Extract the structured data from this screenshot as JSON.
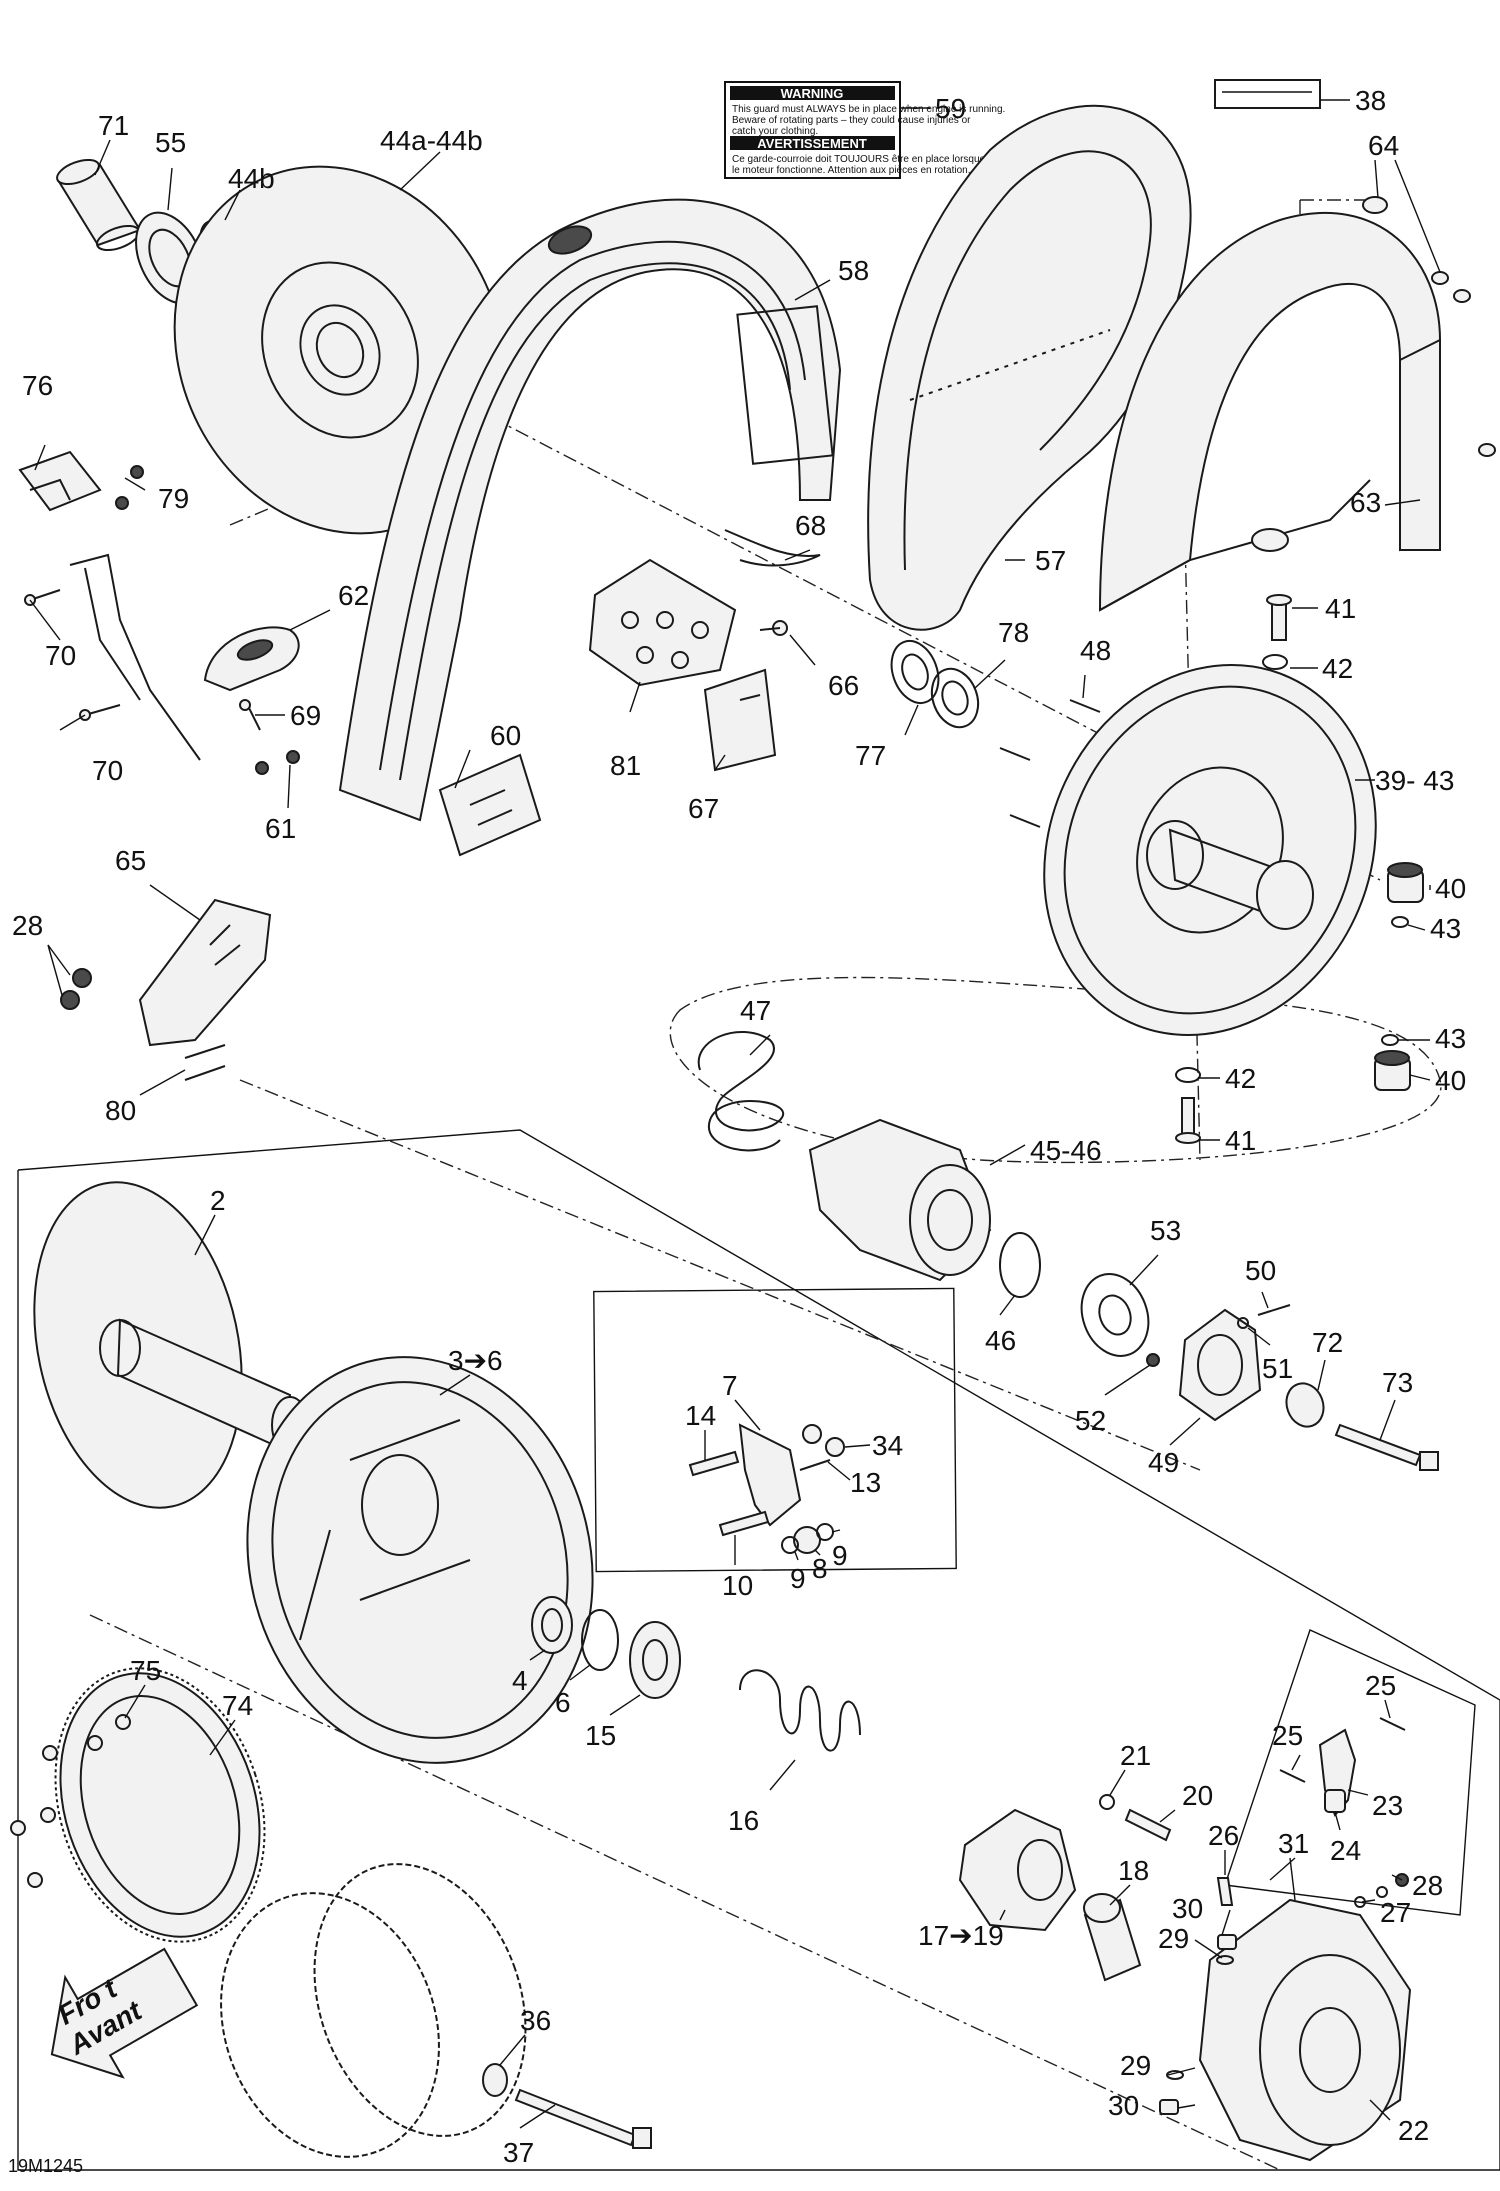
{
  "drawing_id": "19M1245",
  "front_arrow": {
    "line1": "Fro t",
    "line2": "Avant"
  },
  "warning_label": {
    "heading1": "WARNING",
    "text1": "This guard must ALWAYS be in place when engine is running. Beware of rotating parts – they could cause injuries or catch your clothing.",
    "heading2": "AVERTISSEMENT",
    "text2": "Ce garde-courroie doit TOUJOURS être en place lorsque le moteur fonctionne. Attention aux pièces en rotation – elles peuvent vous blesser ou capter vos vêtements."
  },
  "callouts": [
    {
      "id": "c71",
      "text": "71"
    },
    {
      "id": "c55",
      "text": "55"
    },
    {
      "id": "c44ab",
      "text": "44a-44b"
    },
    {
      "id": "c44b",
      "text": "44b"
    },
    {
      "id": "c59",
      "text": "59"
    },
    {
      "id": "c38",
      "text": "38"
    },
    {
      "id": "c64",
      "text": "64"
    },
    {
      "id": "c58",
      "text": "58"
    },
    {
      "id": "c76",
      "text": "76"
    },
    {
      "id": "c79",
      "text": "79"
    },
    {
      "id": "c63",
      "text": "63"
    },
    {
      "id": "c68",
      "text": "68"
    },
    {
      "id": "c57",
      "text": "57"
    },
    {
      "id": "c62",
      "text": "62"
    },
    {
      "id": "c70a",
      "text": "70"
    },
    {
      "id": "c41a",
      "text": "41"
    },
    {
      "id": "c78",
      "text": "78"
    },
    {
      "id": "c48",
      "text": "48"
    },
    {
      "id": "c42a",
      "text": "42"
    },
    {
      "id": "c66",
      "text": "66"
    },
    {
      "id": "c69",
      "text": "69"
    },
    {
      "id": "c60",
      "text": "60"
    },
    {
      "id": "c70b",
      "text": "70"
    },
    {
      "id": "c77",
      "text": "77"
    },
    {
      "id": "c81",
      "text": "81"
    },
    {
      "id": "c3943",
      "text": "39- 43"
    },
    {
      "id": "c61",
      "text": "61"
    },
    {
      "id": "c67",
      "text": "67"
    },
    {
      "id": "c65",
      "text": "65"
    },
    {
      "id": "c40a",
      "text": "40"
    },
    {
      "id": "c28a",
      "text": "28"
    },
    {
      "id": "c43a",
      "text": "43"
    },
    {
      "id": "c47",
      "text": "47"
    },
    {
      "id": "c43b",
      "text": "43"
    },
    {
      "id": "c42b",
      "text": "42"
    },
    {
      "id": "c40b",
      "text": "40"
    },
    {
      "id": "c80",
      "text": "80"
    },
    {
      "id": "c41b",
      "text": "41"
    },
    {
      "id": "c4546",
      "text": "45-46"
    },
    {
      "id": "c2",
      "text": "2"
    },
    {
      "id": "c53",
      "text": "53"
    },
    {
      "id": "c50",
      "text": "50"
    },
    {
      "id": "c46",
      "text": "46"
    },
    {
      "id": "c36r",
      "text": "3➔6"
    },
    {
      "id": "c7",
      "text": "7"
    },
    {
      "id": "c72",
      "text": "72"
    },
    {
      "id": "c51",
      "text": "51"
    },
    {
      "id": "c73",
      "text": "73"
    },
    {
      "id": "c14",
      "text": "14"
    },
    {
      "id": "c34",
      "text": "34"
    },
    {
      "id": "c52",
      "text": "52"
    },
    {
      "id": "c13",
      "text": "13"
    },
    {
      "id": "c49",
      "text": "49"
    },
    {
      "id": "c10",
      "text": "10"
    },
    {
      "id": "c9a",
      "text": "9"
    },
    {
      "id": "c8",
      "text": "8"
    },
    {
      "id": "c9b",
      "text": "9"
    },
    {
      "id": "c4",
      "text": "4"
    },
    {
      "id": "c6",
      "text": "6"
    },
    {
      "id": "c15",
      "text": "15"
    },
    {
      "id": "c75",
      "text": "75"
    },
    {
      "id": "c74",
      "text": "74"
    },
    {
      "id": "c25a",
      "text": "25"
    },
    {
      "id": "c25b",
      "text": "25"
    },
    {
      "id": "c16",
      "text": "16"
    },
    {
      "id": "c21",
      "text": "21"
    },
    {
      "id": "c20",
      "text": "20"
    },
    {
      "id": "c23",
      "text": "23"
    },
    {
      "id": "c24",
      "text": "24"
    },
    {
      "id": "c26",
      "text": "26"
    },
    {
      "id": "c31",
      "text": "31"
    },
    {
      "id": "c18",
      "text": "18"
    },
    {
      "id": "c30a",
      "text": "30"
    },
    {
      "id": "c27",
      "text": "27"
    },
    {
      "id": "c28b",
      "text": "28"
    },
    {
      "id": "c29a",
      "text": "29"
    },
    {
      "id": "c1719",
      "text": "17➔19"
    },
    {
      "id": "c36",
      "text": "36"
    },
    {
      "id": "c29b",
      "text": "29"
    },
    {
      "id": "c30b",
      "text": "30"
    },
    {
      "id": "c22",
      "text": "22"
    },
    {
      "id": "c37",
      "text": "37"
    }
  ]
}
